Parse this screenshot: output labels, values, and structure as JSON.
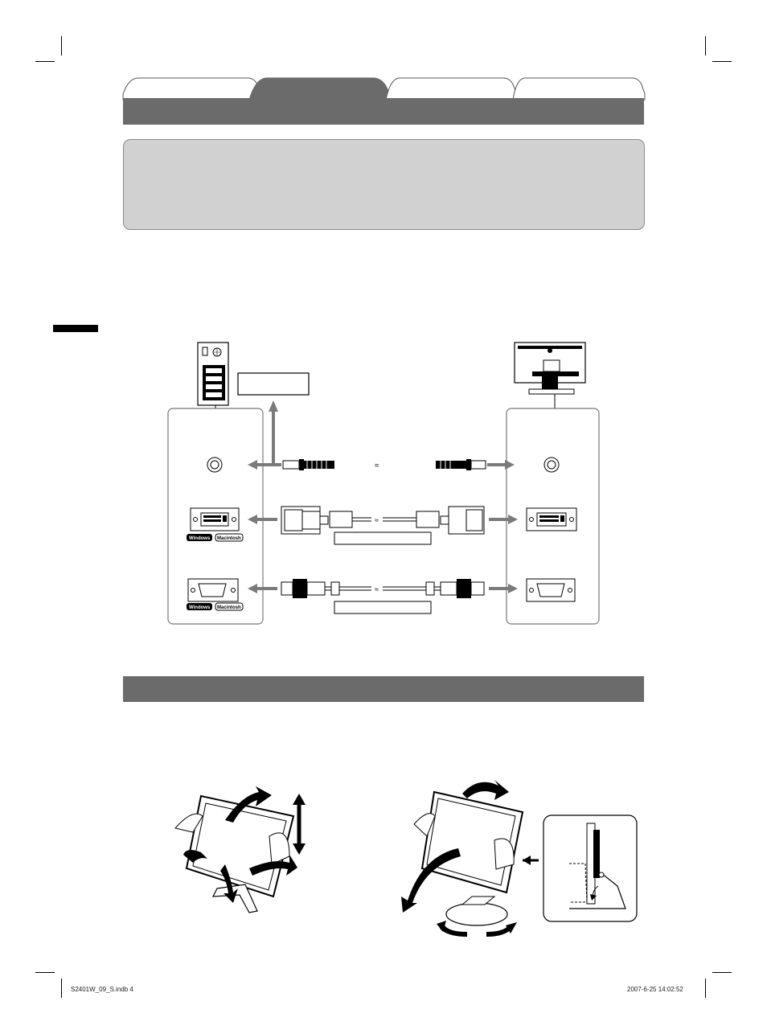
{
  "header": {
    "tabs": [
      {
        "label": "",
        "active": false
      },
      {
        "label": "",
        "active": true
      },
      {
        "label": "",
        "active": false
      },
      {
        "label": "",
        "active": false
      }
    ]
  },
  "connection_diagram": {
    "pc_os_labels": [
      {
        "windows": "Windows",
        "macintosh": "Macintosh"
      },
      {
        "windows": "Windows",
        "macintosh": "Macintosh"
      }
    ]
  },
  "footer": {
    "file_info": "S2401W_09_S.indb   4",
    "timestamp": "2007-6-25   14:02:52"
  },
  "colors": {
    "tab_bar": "#6b6b6b",
    "info_box": "#d1d1d1",
    "arrow": "#7a7a7a"
  }
}
